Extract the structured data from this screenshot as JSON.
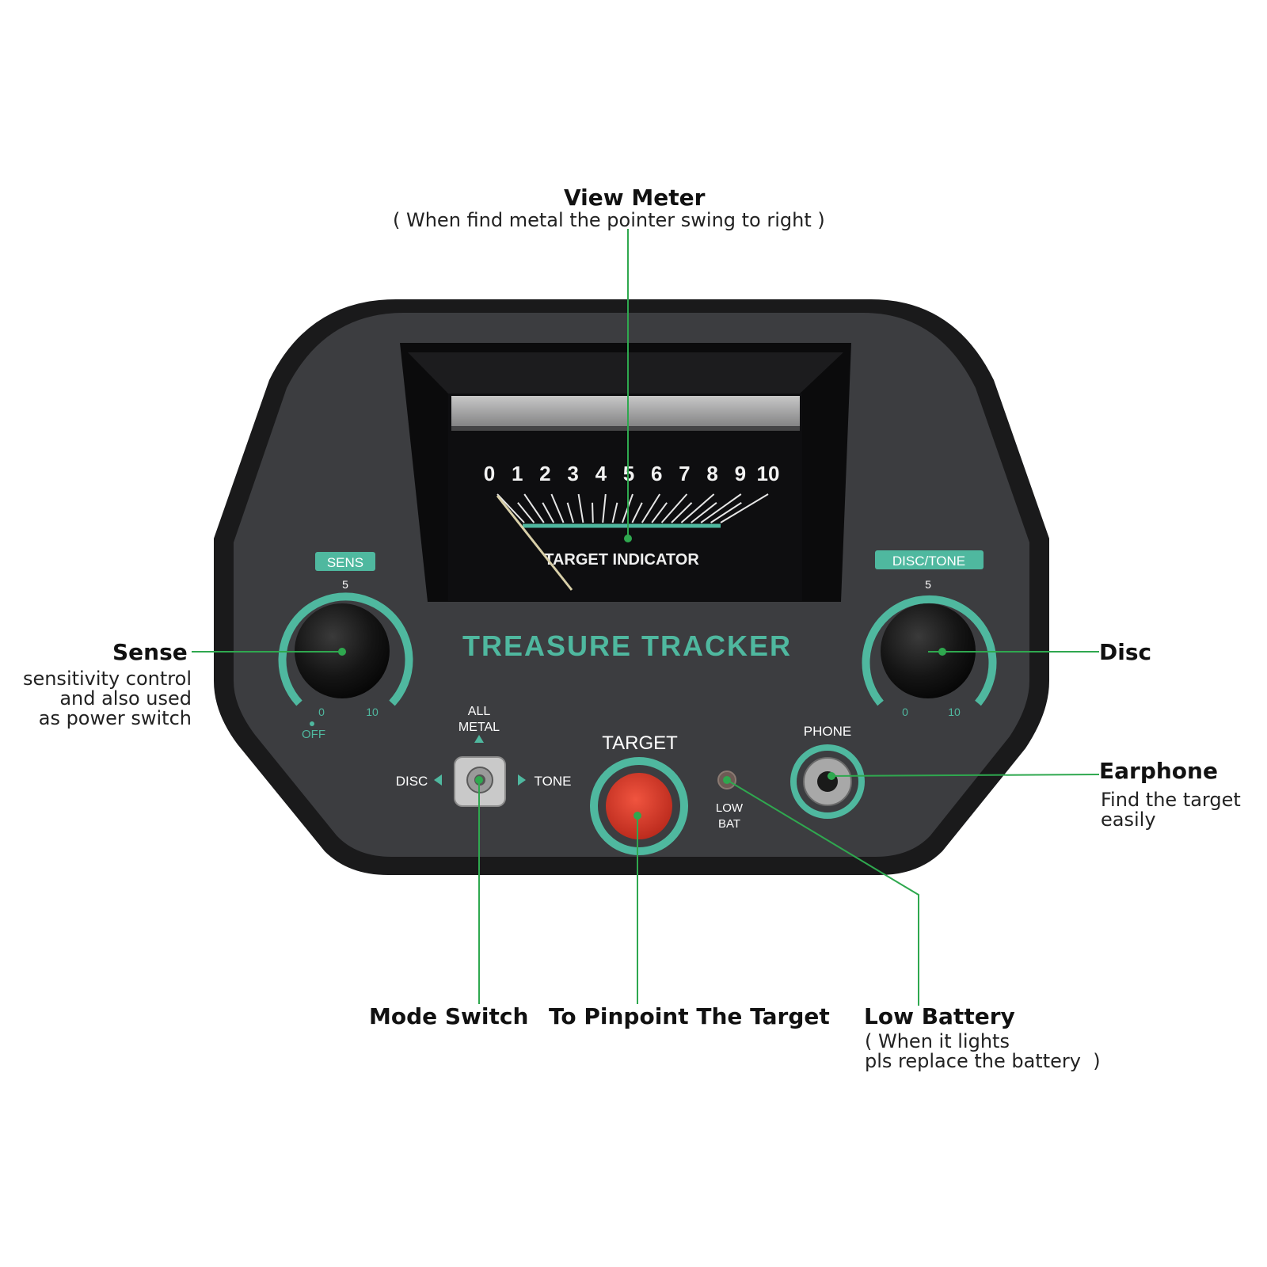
{
  "device": {
    "brand": "TREASURE TRACKER",
    "meter": {
      "scale_labels": [
        "0",
        "1",
        "2",
        "3",
        "4",
        "5",
        "6",
        "7",
        "8",
        "9",
        "10"
      ],
      "caption": "TARGET INDICATOR"
    },
    "sens_knob": {
      "label": "SENS",
      "mark_mid": "5",
      "mark_min": "0",
      "mark_max": "10",
      "off_label": "OFF"
    },
    "disc_knob": {
      "label": "DISC/TONE",
      "mark_mid": "5",
      "mark_min": "0",
      "mark_max": "10"
    },
    "mode_switch": {
      "top_line1": "ALL",
      "top_line2": "METAL",
      "left": "DISC",
      "right": "TONE"
    },
    "target_button": {
      "label": "TARGET"
    },
    "low_bat": {
      "line1": "LOW",
      "line2": "BAT"
    },
    "phone": {
      "label": "PHONE"
    }
  },
  "callouts": {
    "view_meter": {
      "title": "View Meter",
      "subtitle": "( When find metal the pointer swing to right )"
    },
    "sense": {
      "title": "Sense",
      "subtitle": "sensitivity control\nand also used\nas power switch"
    },
    "disc": {
      "title": "Disc"
    },
    "earphone": {
      "title": "Earphone",
      "subtitle": "Find the target\neasily"
    },
    "mode_switch": {
      "title": "Mode Switch"
    },
    "pinpoint": {
      "title": "To Pinpoint The Target"
    },
    "low_battery": {
      "title": "Low Battery",
      "subtitle": "( When it lights\npls replace the battery  )"
    }
  },
  "colors": {
    "accent_teal": "#4fb89f",
    "leader_green": "#2fa84f",
    "panel": "#3a3b3d",
    "button_red": "#d93a2b"
  }
}
